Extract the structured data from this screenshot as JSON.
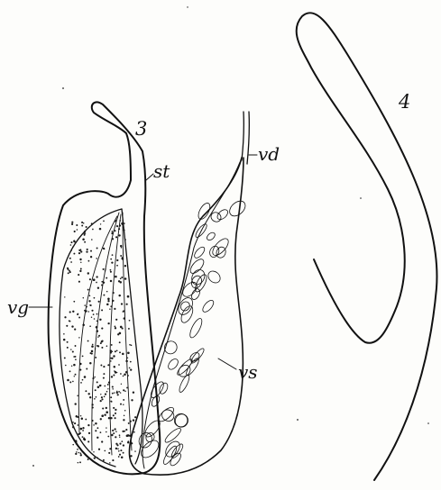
{
  "figure": {
    "fig3_number": "3",
    "fig4_number": "4",
    "labels": {
      "st": "st",
      "vd": "vd",
      "vg": "vg",
      "vs": "vs"
    }
  },
  "ink_color": "#111111"
}
